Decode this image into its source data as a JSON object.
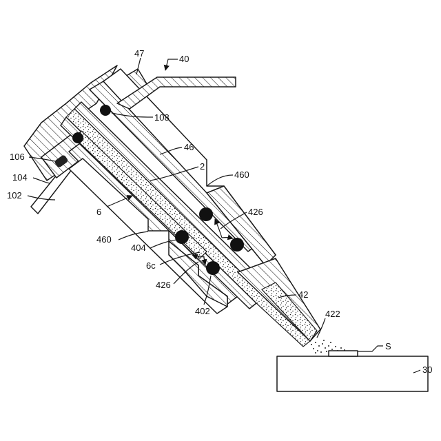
{
  "labels": {
    "l40": "40",
    "l47": "47",
    "l108": "108",
    "l46": "46",
    "l2": "2",
    "l460a": "460",
    "l106": "106",
    "l104": "104",
    "l102": "102",
    "l6": "6",
    "l426a": "426",
    "l460b": "460",
    "l404": "404",
    "l6c": "6c",
    "l426b": "426",
    "l402": "402",
    "l42": "42",
    "l422": "422",
    "lS": "S",
    "l30": "30"
  }
}
